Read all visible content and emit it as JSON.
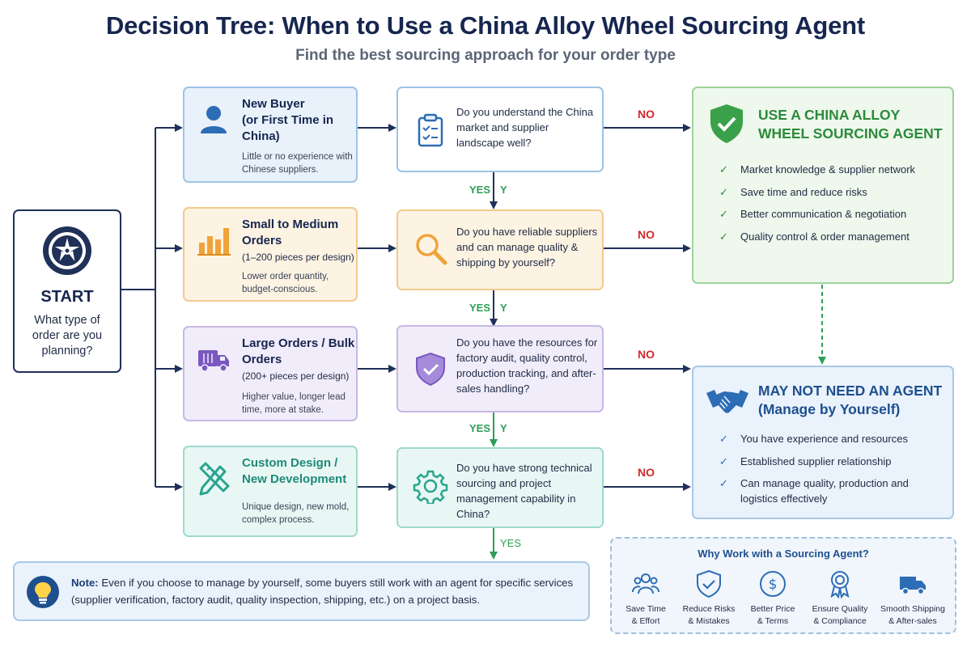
{
  "title": "Decision Tree: When to Use a China Alloy Wheel Sourcing Agent",
  "subtitle": "Find the best sourcing approach for your order type",
  "start": {
    "label": "START",
    "question": "What type of order are you planning?"
  },
  "categories": [
    {
      "title": "New Buyer",
      "title2": "(or First Time in China)",
      "desc": "Little or no experience with Chinese suppliers.",
      "icon": "user-icon"
    },
    {
      "title": "Small to Medium Orders",
      "title2": "(1–200 pieces per design)",
      "desc": "Lower order quantity, budget-conscious.",
      "icon": "bar-chart-icon"
    },
    {
      "title": "Large Orders / Bulk Orders",
      "title2": "(200+ pieces per design)",
      "desc": "Higher value, longer lead time, more at stake.",
      "icon": "truck-icon"
    },
    {
      "title": "Custom Design / New Development",
      "title2": "",
      "desc": "Unique design, new mold, complex process.",
      "icon": "design-tools-icon"
    }
  ],
  "questions": [
    {
      "text": "Do you understand the China market and supplier landscape well?",
      "icon": "clipboard-icon"
    },
    {
      "text": "Do you have reliable suppliers and can manage quality & shipping by yourself?",
      "icon": "magnifier-icon"
    },
    {
      "text": "Do you have the resources for factory audit, quality control, production tracking, and after-sales handling?",
      "icon": "shield-check-icon"
    },
    {
      "text": "Do you have strong technical sourcing and project management capability in China?",
      "icon": "gear-icon"
    }
  ],
  "labels": {
    "no": "NO",
    "yes": "YES",
    "y": "Y"
  },
  "result_agent": {
    "title_line1": "USE A CHINA ALLOY",
    "title_line2": "WHEEL SOURCING AGENT",
    "benefits": [
      "Market knowledge & supplier network",
      "Save time and reduce risks",
      "Better communication & negotiation",
      "Quality control & order management"
    ]
  },
  "result_self": {
    "title_line1": "MAY NOT NEED AN AGENT",
    "title_line2": "(Manage by Yourself)",
    "points": [
      "You have experience and resources",
      "Established supplier relationship",
      "Can manage quality, production and logistics effectively"
    ]
  },
  "note": {
    "label": "Note:",
    "text": "Even if you choose to manage by yourself, some buyers still work with an agent for specific services (supplier verification, factory audit, quality inspection, shipping, etc.) on a project basis."
  },
  "why": {
    "title": "Why Work with a Sourcing Agent?",
    "items": [
      {
        "line1": "Save Time",
        "line2": "& Effort",
        "icon": "people-icon"
      },
      {
        "line1": "Reduce Risks",
        "line2": "& Mistakes",
        "icon": "shield-check-icon"
      },
      {
        "line1": "Better Price",
        "line2": "& Terms",
        "icon": "dollar-icon"
      },
      {
        "line1": "Ensure Quality",
        "line2": "& Compliance",
        "icon": "ribbon-badge-icon"
      },
      {
        "line1": "Smooth Shipping",
        "line2": "& After-sales",
        "icon": "truck-icon"
      }
    ]
  },
  "colors": {
    "navy": "#16264f",
    "no": "#d12a2a",
    "yes": "#2f9e57",
    "agent_green": "#2c8a3b",
    "self_blue": "#1e4f8f"
  }
}
